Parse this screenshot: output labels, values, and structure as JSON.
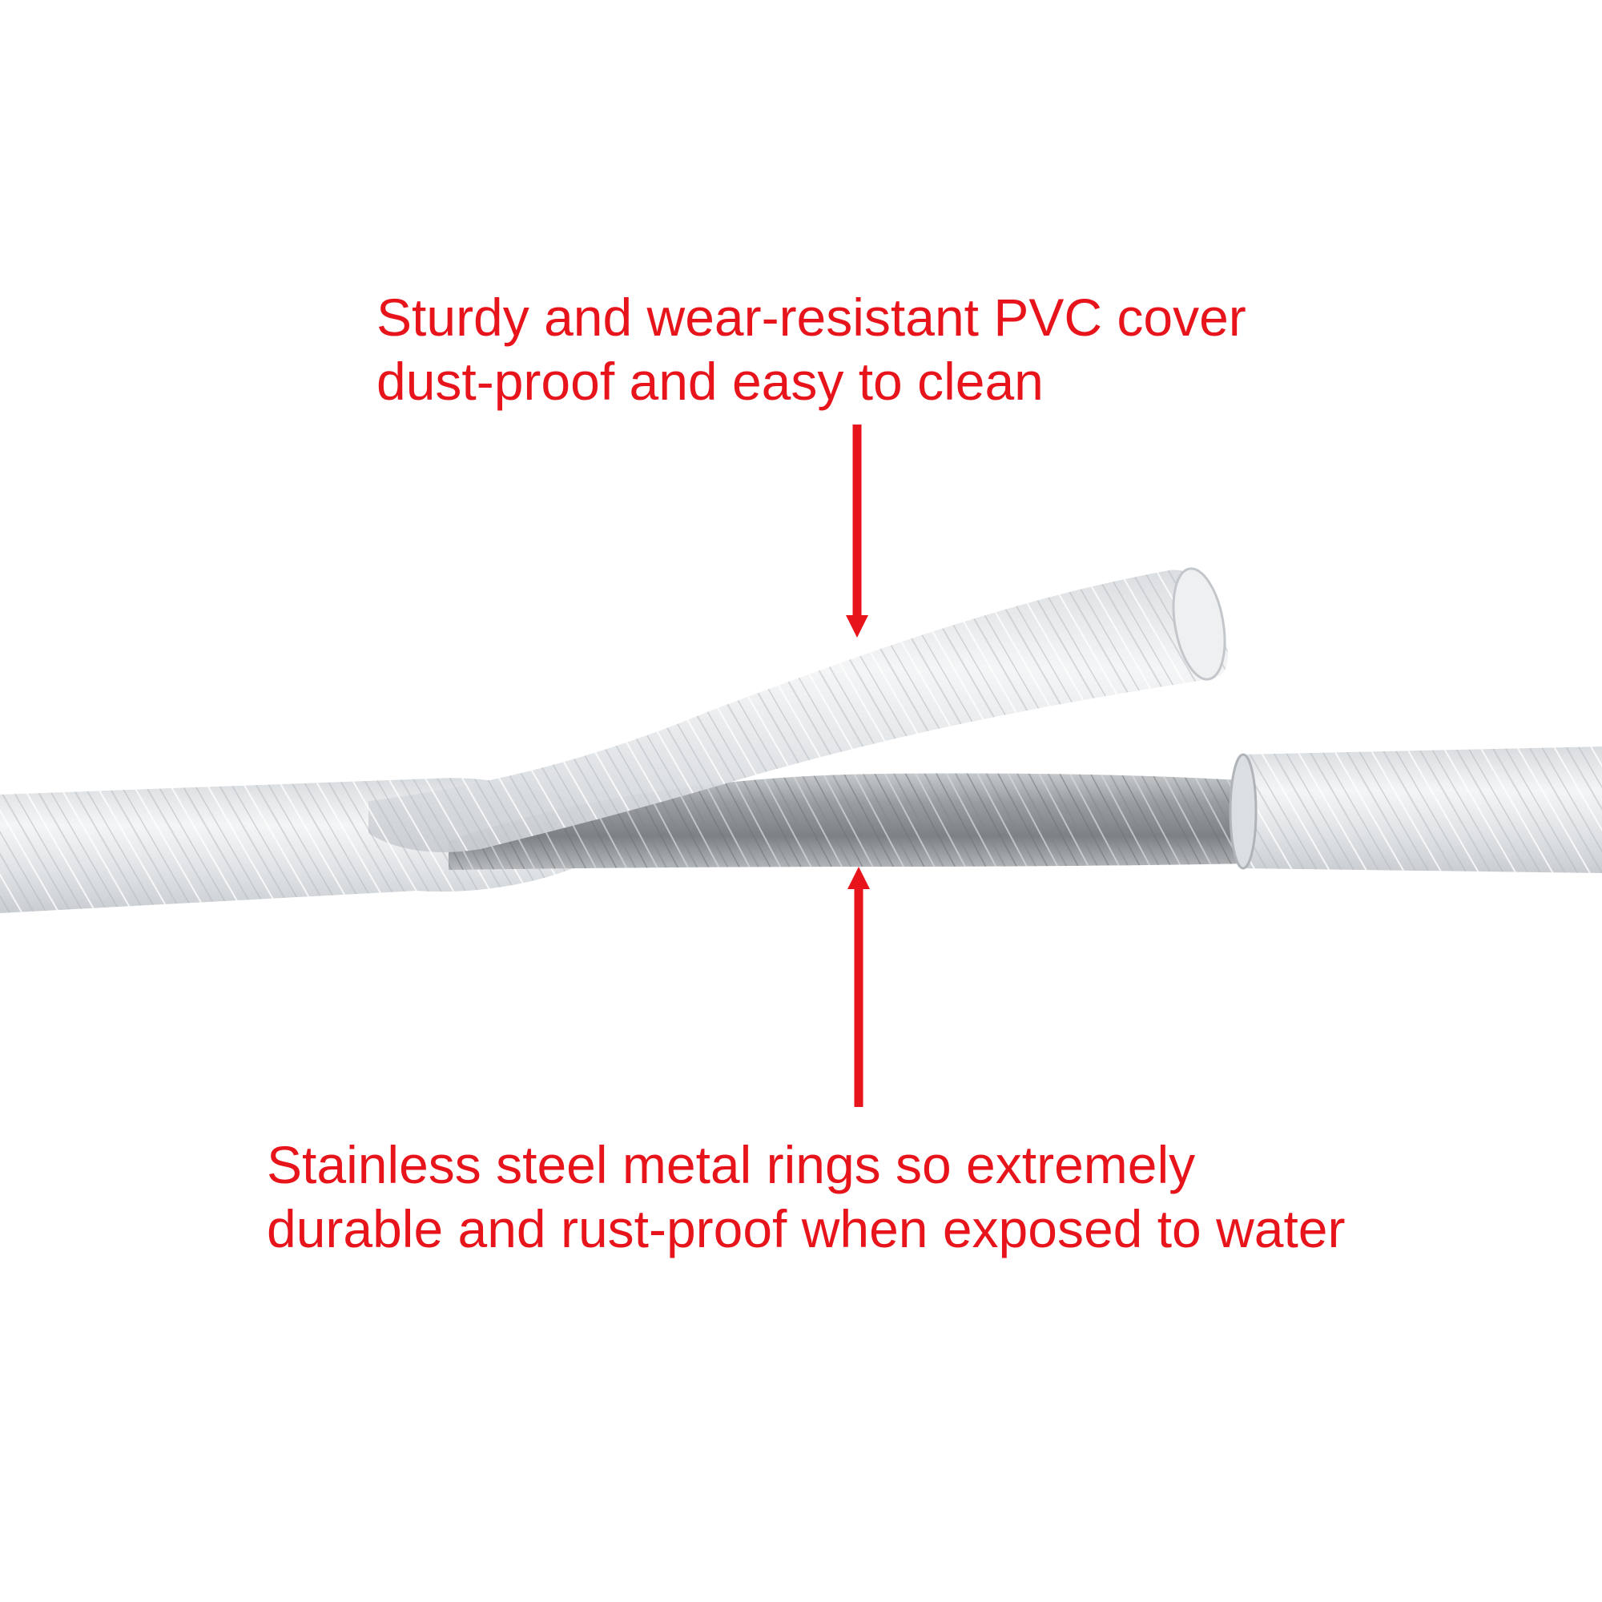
{
  "callouts": {
    "top": {
      "line1": "Sturdy and wear-resistant PVC cover",
      "line2": "dust-proof and easy to clean"
    },
    "bottom": {
      "line1": "Stainless steel metal rings so extremely",
      "line2": "durable and rust-proof when exposed to water"
    }
  },
  "colors": {
    "accent": "#e8141b",
    "background": "#ffffff",
    "pvc_cover": "#e4e6e8",
    "steel_core": "#8e9296"
  }
}
